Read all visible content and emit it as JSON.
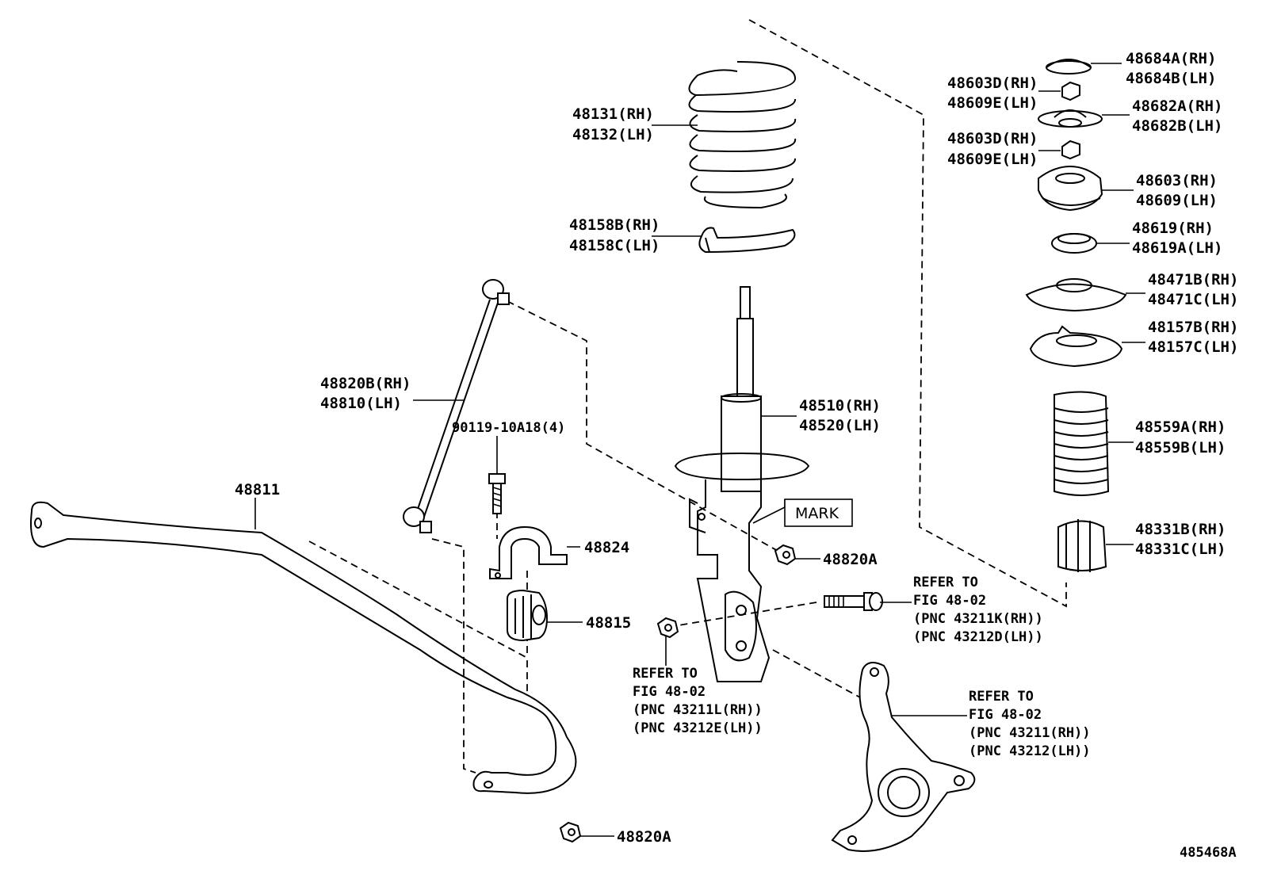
{
  "labels": {
    "spring": [
      "48131(RH)",
      "48132(LH)"
    ],
    "spring_seat": [
      "48158B(RH)",
      "48158C(LH)"
    ],
    "strut": [
      "48510(RH)",
      "48520(LH)"
    ],
    "link": [
      "48820B(RH)",
      "48810(LH)"
    ],
    "bolt": "90119-10A18(4)",
    "stabilizer_bar": "48811",
    "bracket": "48824",
    "bushing": "48815",
    "nut_upper": "48820A",
    "nut_lower": "48820A",
    "cap": [
      "48684A(RH)",
      "48684B(LH)"
    ],
    "nut1": [
      "48603D(RH)",
      "48609E(LH)"
    ],
    "retainer": [
      "48682A(RH)",
      "48682B(LH)"
    ],
    "nut2": [
      "48603D(RH)",
      "48609E(LH)"
    ],
    "support": [
      "48603(RH)",
      "48609(LH)"
    ],
    "bearing": [
      "48619(RH)",
      "48619A(LH)"
    ],
    "insulator": [
      "48471B(RH)",
      "48471C(LH)"
    ],
    "upper_seat": [
      "48157B(RH)",
      "48157C(LH)"
    ],
    "boot": [
      "48559A(RH)",
      "48559B(LH)"
    ],
    "bumper": [
      "48331B(RH)",
      "48331C(LH)"
    ],
    "mark": "MARK",
    "ref_bolt": [
      "REFER TO",
      "FIG 48-02",
      "(PNC 43211K(RH))",
      "(PNC 43212D(LH))"
    ],
    "ref_nut": [
      "REFER TO",
      "FIG 48-02",
      "(PNC 43211L(RH))",
      "(PNC 43212E(LH))"
    ],
    "ref_knuckle": [
      "REFER TO",
      "FIG 48-02",
      "(PNC 43211(RH))",
      "(PNC 43212(LH))"
    ],
    "diagram_id": "485468A"
  }
}
